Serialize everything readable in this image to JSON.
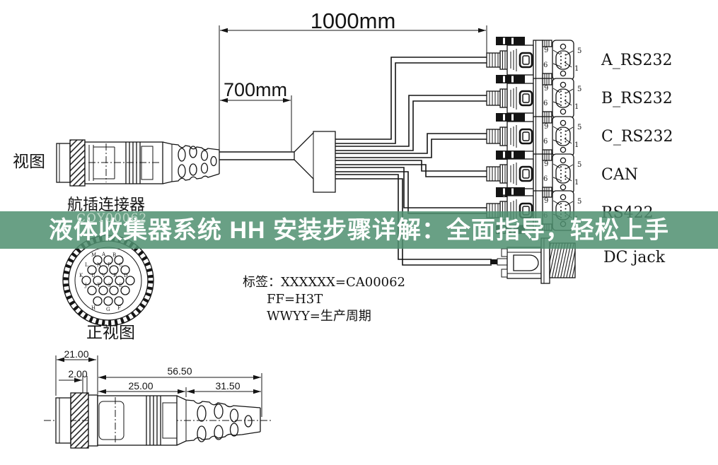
{
  "banner": {
    "title": "液体收集器系统 HH 安装步骤详解：全面指导，轻松上手",
    "bg_color": "#4f8f70",
    "text_color": "#ffffff",
    "showthrough_code": "COY00062"
  },
  "dimensions": {
    "overall": "1000mm",
    "branch": "700mm"
  },
  "side_view": {
    "label": "视图",
    "connector_name": "航插连接器",
    "connector_code": "COY00062"
  },
  "front_view": {
    "label": "正视图",
    "pin_rows": [
      [
        "M",
        "A",
        "B"
      ],
      [
        "L",
        "N",
        "P",
        "C"
      ],
      [
        "K",
        "U",
        "V",
        "R",
        "D"
      ],
      [
        "J",
        "T",
        "S",
        "E"
      ],
      [
        "H",
        "G",
        "F"
      ]
    ]
  },
  "label_block": {
    "line1": "标签：XXXXXX=CA00062",
    "line2": "FF=H3T",
    "line3": "WWYY=生产周期"
  },
  "branches": [
    {
      "label": "A_RS232"
    },
    {
      "label": "B_RS232"
    },
    {
      "label": "C_RS232"
    },
    {
      "label": "CAN"
    },
    {
      "label": "RS422"
    },
    {
      "label": "DC jack"
    }
  ],
  "db9_pins": {
    "p9": "9",
    "p5": "5",
    "p6": "6",
    "p1": "1"
  },
  "detail_dims": {
    "d21": "21.00",
    "d2": "2.00",
    "d56": "56.50",
    "d25": "25.00",
    "d31": "31.50"
  }
}
